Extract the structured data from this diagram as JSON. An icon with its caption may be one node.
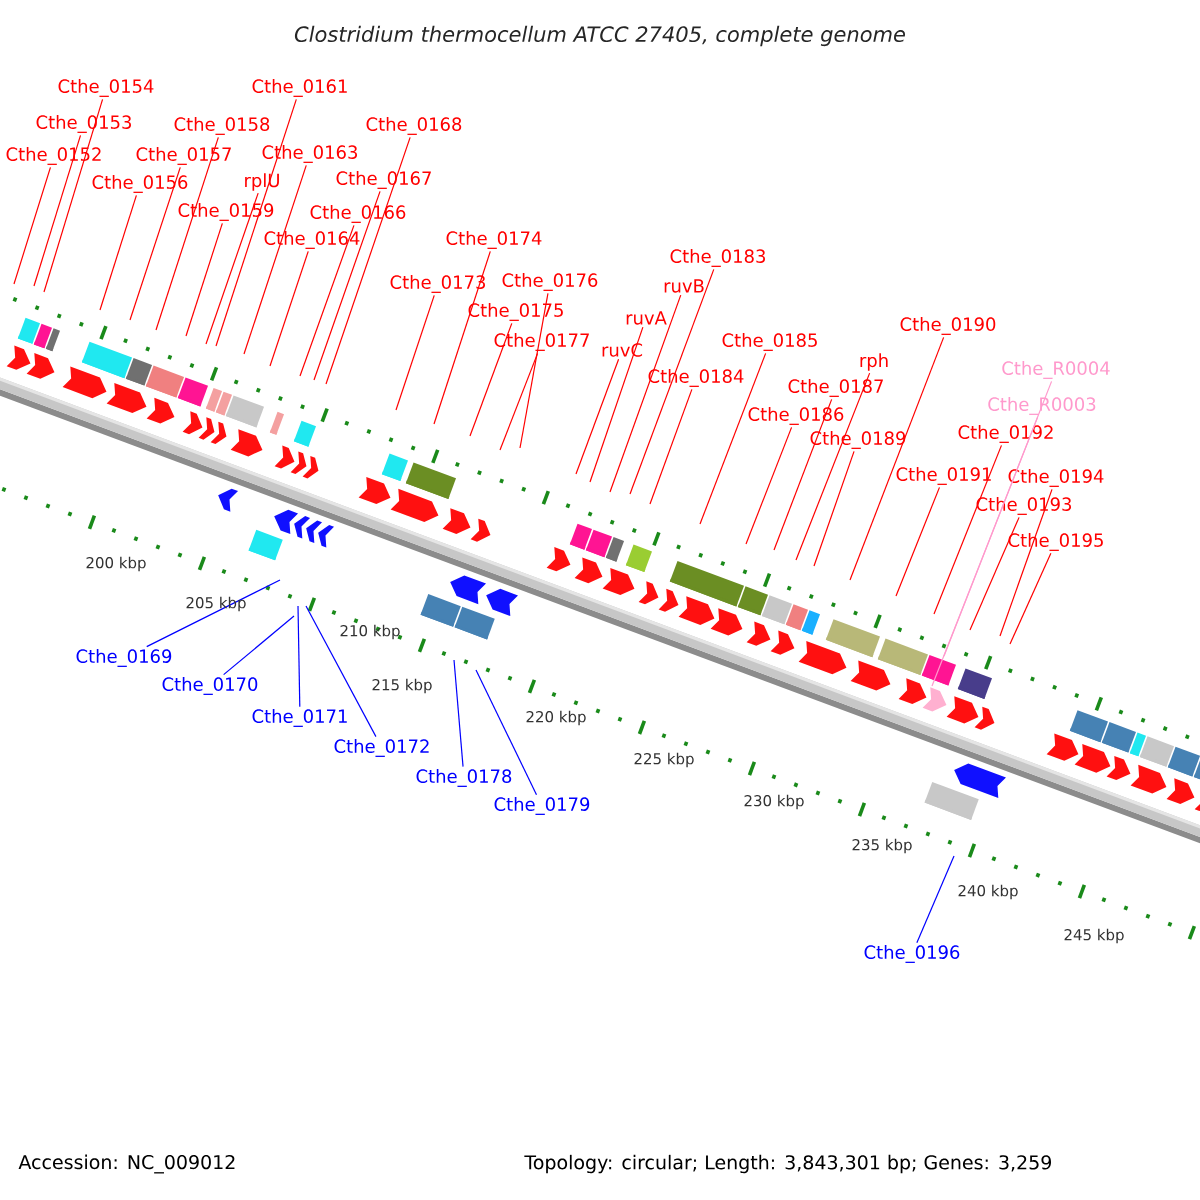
{
  "diagram": {
    "title": "Clostridium thermocellum ATCC 27405, complete genome",
    "nodes": [
      {
        "text": [
          "Cthe_0154"
        ]
      },
      {
        "text": [
          "Cthe_0161"
        ]
      },
      {
        "text": [
          "Cthe_0153"
        ]
      },
      {
        "text": [
          "Cthe_0158"
        ]
      },
      {
        "text": [
          "Cthe_0168"
        ]
      },
      {
        "text": [
          "Cthe_0152"
        ]
      },
      {
        "text": [
          "Cthe_0157"
        ]
      },
      {
        "text": [
          "Cthe_0163"
        ]
      },
      {
        "text": [
          "Cthe_0156"
        ]
      },
      {
        "text": [
          "rplU"
        ]
      },
      {
        "text": [
          "Cthe_0167"
        ]
      },
      {
        "text": [
          "Cthe_0159"
        ]
      },
      {
        "text": [
          "Cthe_0166"
        ]
      },
      {
        "text": [
          "Cthe_0164"
        ]
      },
      {
        "text": [
          "Cthe_0174"
        ]
      },
      {
        "text": [
          "Cthe_0183"
        ]
      },
      {
        "text": [
          "Cthe_0173"
        ]
      },
      {
        "text": [
          "Cthe_0176"
        ]
      },
      {
        "text": [
          "ruvB"
        ]
      },
      {
        "text": [
          "Cthe_0175"
        ]
      },
      {
        "text": [
          "ruvA"
        ]
      },
      {
        "text": [
          "Cthe_0190"
        ]
      },
      {
        "text": [
          "Cthe_0177"
        ]
      },
      {
        "text": [
          "Cthe_0185"
        ]
      },
      {
        "text": [
          "ruvC"
        ]
      },
      {
        "text": [
          "rph"
        ]
      },
      {
        "text": [
          "Cthe_R0004"
        ]
      },
      {
        "text": [
          "Cthe_0184"
        ]
      },
      {
        "text": [
          "Cthe_0187"
        ]
      },
      {
        "text": [
          "Cthe_R0003"
        ]
      },
      {
        "text": [
          "Cthe_0186"
        ]
      },
      {
        "text": [
          "Cthe_0192"
        ]
      },
      {
        "text": [
          "Cthe_0189"
        ]
      },
      {
        "text": [
          "Cthe_0191"
        ]
      },
      {
        "text": [
          "Cthe_0194"
        ]
      },
      {
        "text": [
          "Cthe_0193"
        ]
      },
      {
        "text": [
          "Cthe_0195"
        ]
      },
      {
        "text": [
          "Cthe_0169"
        ]
      },
      {
        "text": [
          "Cthe_0170"
        ]
      },
      {
        "text": [
          "Cthe_0171"
        ]
      },
      {
        "text": [
          "Cthe_0172"
        ]
      },
      {
        "text": [
          "Cthe_0178"
        ]
      },
      {
        "text": [
          "Cthe_0179"
        ]
      },
      {
        "text": [
          "Cthe_0196"
        ]
      }
    ],
    "edges": [
      {
        "from": 0,
        "to": null,
        "arrow": "none"
      },
      {
        "from": 1,
        "to": null,
        "arrow": "none"
      },
      {
        "from": 2,
        "to": null,
        "arrow": "none"
      },
      {
        "from": 3,
        "to": null,
        "arrow": "none"
      },
      {
        "from": 4,
        "to": null,
        "arrow": "none"
      },
      {
        "from": 5,
        "to": null,
        "arrow": "none"
      },
      {
        "from": 6,
        "to": null,
        "arrow": "none"
      },
      {
        "from": 7,
        "to": null,
        "arrow": "none"
      },
      {
        "from": 8,
        "to": null,
        "arrow": "none"
      },
      {
        "from": 9,
        "to": null,
        "arrow": "none"
      },
      {
        "from": 10,
        "to": null,
        "arrow": "none"
      },
      {
        "from": 11,
        "to": null,
        "arrow": "none"
      },
      {
        "from": 12,
        "to": null,
        "arrow": "none"
      },
      {
        "from": 13,
        "to": null,
        "arrow": "none"
      },
      {
        "from": 14,
        "to": null,
        "arrow": "none"
      },
      {
        "from": 15,
        "to": null,
        "arrow": "none"
      },
      {
        "from": 16,
        "to": null,
        "arrow": "none"
      },
      {
        "from": 17,
        "to": null,
        "arrow": "none"
      },
      {
        "from": 18,
        "to": null,
        "arrow": "none"
      },
      {
        "from": 19,
        "to": null,
        "arrow": "none"
      },
      {
        "from": 20,
        "to": null,
        "arrow": "none"
      },
      {
        "from": 21,
        "to": null,
        "arrow": "none"
      },
      {
        "from": 22,
        "to": null,
        "arrow": "none"
      },
      {
        "from": 23,
        "to": null,
        "arrow": "none"
      },
      {
        "from": 24,
        "to": null,
        "arrow": "none"
      },
      {
        "from": 25,
        "to": null,
        "arrow": "none"
      },
      {
        "from": 26,
        "to": null,
        "arrow": "none",
        "color": "#ff99cc"
      },
      {
        "from": 27,
        "to": null,
        "arrow": "none"
      },
      {
        "from": 28,
        "to": null,
        "arrow": "none"
      },
      {
        "from": 29,
        "to": null,
        "arrow": "none",
        "color": "#ff99cc"
      },
      {
        "from": 30,
        "to": null,
        "arrow": "none"
      },
      {
        "from": 31,
        "to": null,
        "arrow": "none"
      },
      {
        "from": 32,
        "to": null,
        "arrow": "none"
      },
      {
        "from": 33,
        "to": null,
        "arrow": "none"
      },
      {
        "from": 34,
        "to": null,
        "arrow": "none"
      },
      {
        "from": 35,
        "to": null,
        "arrow": "none"
      },
      {
        "from": 36,
        "to": null,
        "arrow": "none"
      },
      {
        "from": 37,
        "to": null,
        "arrow": "none",
        "color": "#0000ff"
      },
      {
        "from": 38,
        "to": null,
        "arrow": "none",
        "color": "#0000ff"
      },
      {
        "from": 39,
        "to": null,
        "arrow": "none",
        "color": "#0000ff"
      },
      {
        "from": 40,
        "to": null,
        "arrow": "none",
        "color": "#0000ff"
      },
      {
        "from": 41,
        "to": null,
        "arrow": "none",
        "color": "#0000ff"
      },
      {
        "from": 42,
        "to": null,
        "arrow": "none",
        "color": "#0000ff"
      },
      {
        "from": 43,
        "to": null,
        "arrow": "none",
        "color": "#0000ff"
      }
    ],
    "labels": [
      "200 kbp",
      "205 kbp",
      "210 kbp",
      "215 kbp",
      "220 kbp",
      "225 kbp",
      "230 kbp",
      "235 kbp",
      "240 kbp",
      "245 kbp",
      "Accession: NC_009012",
      "Topology: circular; Length: 3,843,301 bp; Genes: 3,259"
    ]
  }
}
